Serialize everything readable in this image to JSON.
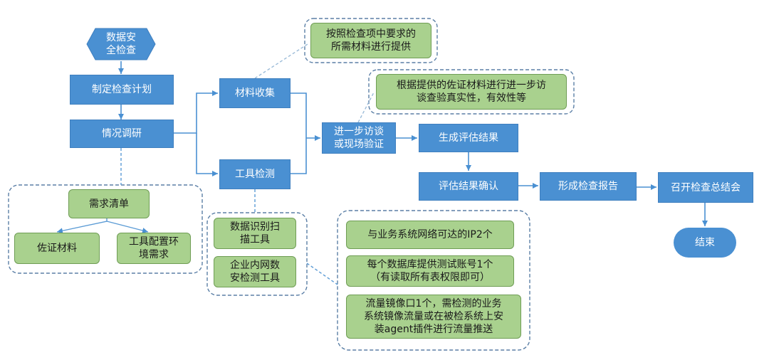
{
  "colors": {
    "blue": "#4a90d2",
    "green": "#a9d18e",
    "arrow": "#4a90d2",
    "dash": "#5b7fa6"
  },
  "nodes": {
    "start": "数据安\n全检查",
    "plan": "制定检查计划",
    "research": "情况调研",
    "material": "材料收集",
    "tool": "工具检测",
    "material_note": "按照检查项中要求的\n所需材料进行提供",
    "verify": "进一步访谈\n或现场验证",
    "verify_note": "根据提供的佐证材料进行进一步访\n谈查验真实性，有效性等",
    "generate": "生成评估结果",
    "confirm": "评估结果确认",
    "report": "形成检查报告",
    "meeting": "召开检查总结会",
    "end": "结束",
    "demand": "需求清单",
    "evidence": "佐证材料",
    "toolconfig": "工具配置环\n境需求",
    "scan_tool": "数据识别扫\n描工具",
    "intranet_tool": "企业内网数\n安检测工具",
    "req_ip": "与业务系统网络可达的IP2个",
    "req_account": "每个数据库提供测试账号1个\n（有读取所有表权限即可）",
    "req_mirror": "流量镜像口1个，需检测的业务\n系统镜像流量或在被检系统上安\n装agent插件进行流量推送"
  }
}
